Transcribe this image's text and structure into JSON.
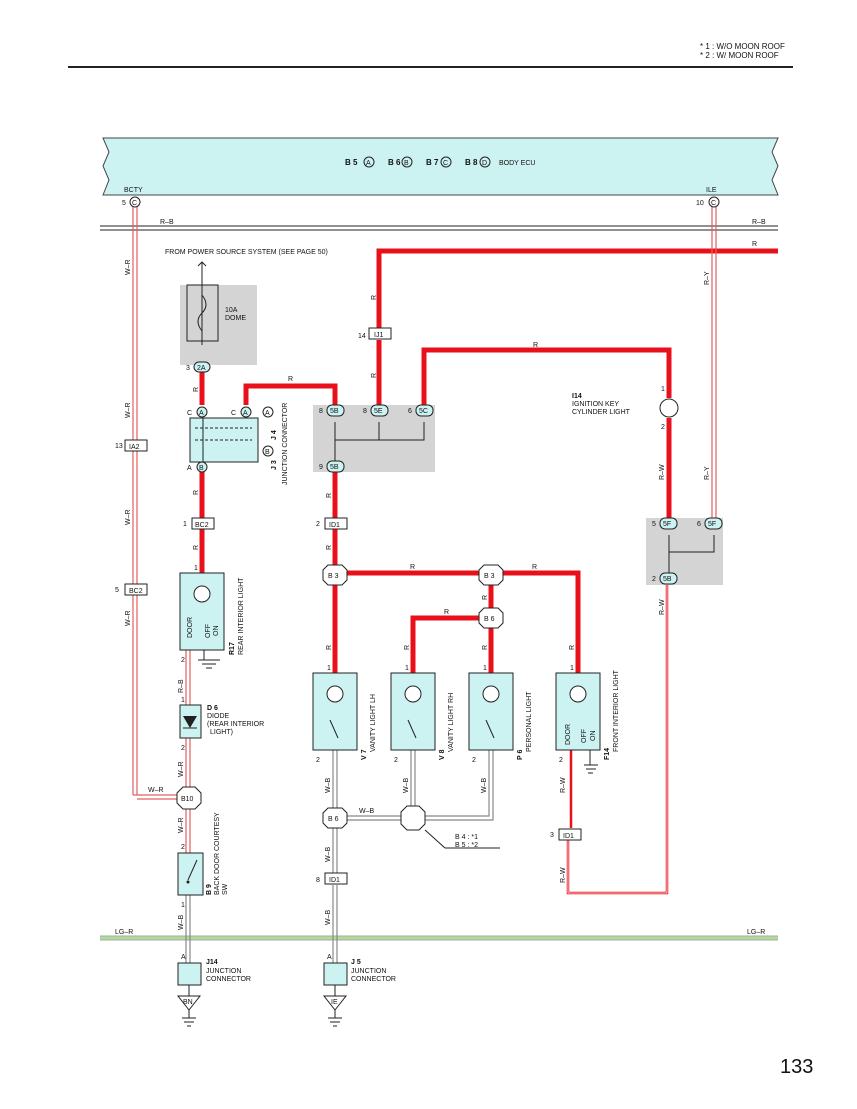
{
  "notes": {
    "n1": "* 1 : W/O MOON ROOF",
    "n2": "* 2 : W/ MOON ROOF"
  },
  "page_number": "133",
  "ecu": {
    "title": "BODY ECU",
    "c1": "B 5",
    "c2": "B 6",
    "c3": "B 7",
    "c4": "B 8",
    "s1": "A",
    "s2": "B",
    "s3": "C",
    "s4": "D",
    "pin_bcty": "BCTY",
    "pin_ile": "ILE",
    "pin_bcty_no": "5",
    "pin_ile_no": "10",
    "pin_letter": "C"
  },
  "source": {
    "text": "FROM POWER SOURCE SYSTEM (SEE PAGE 50)",
    "fuse": "10A",
    "fuse_name": "DOME"
  },
  "wires": {
    "rb": "R–B",
    "r": "R",
    "wr": "W–R",
    "ry": "R–Y",
    "rw": "R–W",
    "wb": "W–B",
    "lgr": "LG–R"
  },
  "connectors": {
    "c2a": "2A",
    "c2a_pin": "3",
    "a": "A",
    "b": "B",
    "c": "C",
    "pin_c": "C",
    "pin_a": "A",
    "j4": "J 4",
    "j3": "J 3",
    "jc_text": "JUNCTION CONNECTOR",
    "ju1": "IJ1",
    "ju1_pin": "14",
    "c5b": "5B",
    "c5e": "5E",
    "c5c": "5C",
    "c5f": "5F",
    "p8": "8",
    "p6": "6",
    "p9": "9",
    "p5": "5",
    "p2": "2",
    "p1": "1",
    "p13": "13",
    "p3": "3",
    "ia2": "IA2",
    "bc2": "BC2",
    "id1": "ID1",
    "b3": "B 3",
    "b6": "B 6",
    "b10": "B10",
    "b4b5_1": "B 4 : *1",
    "b4b5_2": "B 5 : *2",
    "bn": "BN",
    "ie": "IE"
  },
  "components": {
    "i14_id": "I14",
    "i14_name": "IGNITION KEY CYLINDER LIGHT",
    "r17_id": "R17",
    "r17_name": "REAR INTERIOR LIGHT",
    "d6_id": "D 6",
    "d6_name1": "DIODE",
    "d6_name2": "(REAR INTERIOR",
    "d6_name3": "LIGHT)",
    "v7_id": "V 7",
    "v7_name": "VANITY LIGHT LH",
    "v8_id": "V 8",
    "v8_name": "VANITY LIGHT RH",
    "p6_id": "P 6",
    "p6_name": "PERSONAL LIGHT",
    "f14_id": "F14",
    "f14_name": "FRONT INTERIOR LIGHT",
    "b9_id": "B 9",
    "b9_name1": "BACK DOOR COURTESY",
    "b9_name2": "SW",
    "j14_id": "J14",
    "j5_id": "J 5",
    "door": "DOOR",
    "off": "OFF",
    "on": "ON"
  },
  "colors": {
    "panel": "#ccf2f2",
    "grey": "#d4d4d4",
    "red_wire": "#e8101a",
    "thin_red": "#e06060",
    "green_wire": "#aedd95"
  }
}
